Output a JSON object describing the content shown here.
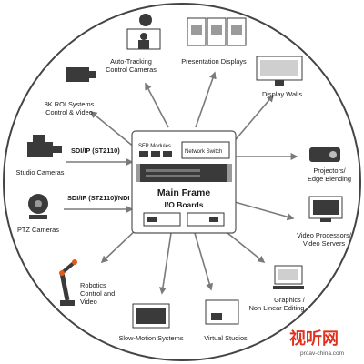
{
  "hub": {
    "sfp_label": "SFP Modules",
    "switch_label": "Network Switch",
    "title": "Main Frame",
    "subtitle": "I/O Boards"
  },
  "links": {
    "sdi_ip": "SDI/IP (ST2110)",
    "sdi_ip_ndi": "SDI/IP (ST2110)/NDI"
  },
  "nodes": {
    "auto_tracking": [
      "Auto-Tracking",
      "Control Cameras"
    ],
    "presentation": [
      "Presentation Displays"
    ],
    "display_walls": [
      "Display Walls"
    ],
    "roi": [
      "8K ROI Systems",
      "Control & Video"
    ],
    "studio_cameras": [
      "Studio Cameras"
    ],
    "projectors": [
      "Projectors/",
      "Edge Blending"
    ],
    "ptz": [
      "PTZ Cameras"
    ],
    "video_processors": [
      "Video Processors/",
      "Video Servers"
    ],
    "robotics": [
      "Robotics",
      "Control and",
      "Video"
    ],
    "graphics": [
      "Graphics /",
      "Non Linear Editing"
    ],
    "slow_motion": [
      "Slow-Motion Systems"
    ],
    "virtual_studios": [
      "Virtual Studios"
    ]
  },
  "watermark": {
    "brand": "视听网",
    "url": "proav-china.com"
  },
  "colors": {
    "arrow": "#7a7a7a",
    "device": "#3a3a3a",
    "watermark": "#e0301e"
  }
}
